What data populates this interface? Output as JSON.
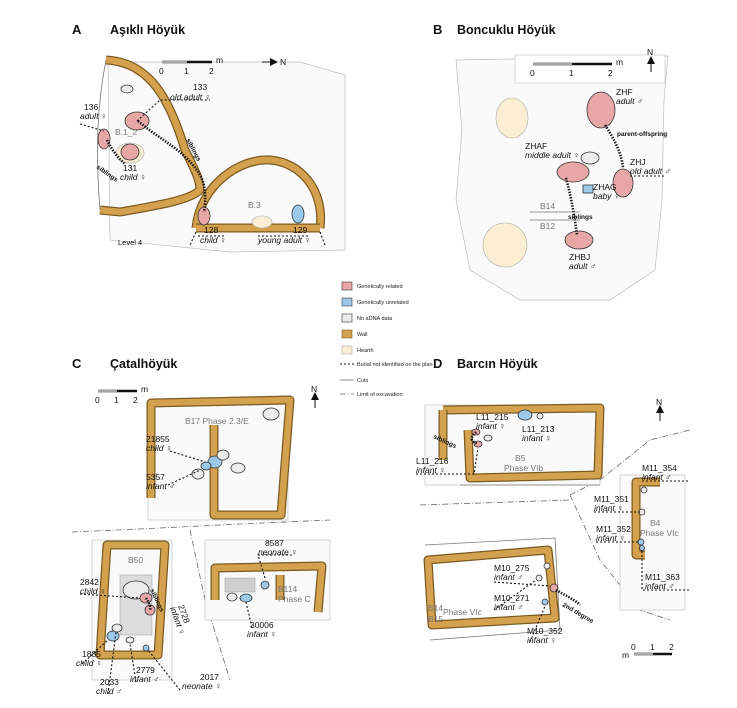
{
  "panels": {
    "a": {
      "letter": "A",
      "title": "Aşıklı Höyük",
      "level": "Level 4",
      "buildings": [
        "B.1_2",
        "B.3"
      ],
      "scale": {
        "ticks": [
          "0",
          "1",
          "2"
        ],
        "unit": "m"
      },
      "north": "N",
      "burials": [
        {
          "id": "133",
          "desc": "old adult ♀"
        },
        {
          "id": "136",
          "desc": "adult ♀"
        },
        {
          "id": "131",
          "desc": "child ♀"
        },
        {
          "id": "128",
          "desc": "child ♀"
        },
        {
          "id": "129",
          "desc": "young adult ♀"
        }
      ],
      "relations": [
        "siblings",
        "siblings"
      ]
    },
    "b": {
      "letter": "B",
      "title": "Boncuklu Höyük",
      "buildings": [
        "B14",
        "B12"
      ],
      "scale": {
        "ticks": [
          "0",
          "1",
          "2"
        ],
        "unit": "m"
      },
      "north": "N",
      "burials": [
        {
          "id": "ZHF",
          "desc": "adult ♂"
        },
        {
          "id": "ZHAF",
          "desc": "middle adult ♀"
        },
        {
          "id": "ZHAG",
          "desc": "baby ♀"
        },
        {
          "id": "ZHJ",
          "desc": "old adult ♂"
        },
        {
          "id": "ZHBJ",
          "desc": "adult ♂"
        }
      ],
      "relations": [
        "parent-offspring",
        "siblings"
      ]
    },
    "c": {
      "letter": "C",
      "title": "Çatalhöyük",
      "buildings": [
        "B17 Phase 2.3/E",
        "B50",
        "B114",
        "Phase C"
      ],
      "scale": {
        "ticks": [
          "0",
          "1",
          "2"
        ],
        "unit": "m"
      },
      "north": "N",
      "burials": [
        {
          "id": "21855",
          "desc": "child ♀"
        },
        {
          "id": "5357",
          "desc": "infant ♂"
        },
        {
          "id": "8587",
          "desc": "neonate ♀"
        },
        {
          "id": "30006",
          "desc": "infant ♀"
        },
        {
          "id": "2842",
          "desc": "child ♀"
        },
        {
          "id": "2728",
          "desc": "infant ♀"
        },
        {
          "id": "1885",
          "desc": "child ♀"
        },
        {
          "id": "2033",
          "desc": "child ♂"
        },
        {
          "id": "2779",
          "desc": "infant ♂"
        },
        {
          "id": "2017",
          "desc": "neonate ♀"
        }
      ],
      "relations": [
        "siblings"
      ]
    },
    "d": {
      "letter": "D",
      "title": "Barcın Höyük",
      "buildings": [
        "B5",
        "Phase VIb",
        "B4",
        "Phase VIc",
        "B14",
        "Phase VIc",
        "B15"
      ],
      "scale": {
        "ticks": [
          "0",
          "1",
          "2"
        ],
        "unit": "m"
      },
      "north": "N",
      "burials": [
        {
          "id": "L11_215",
          "desc": "infant ♀"
        },
        {
          "id": "L11_213",
          "desc": "infant ♀"
        },
        {
          "id": "L11_216",
          "desc": "infant ♀"
        },
        {
          "id": "M11_354",
          "desc": "infant ♂"
        },
        {
          "id": "M11_351",
          "desc": "infant ♀"
        },
        {
          "id": "M11_352",
          "desc": "infant ♀"
        },
        {
          "id": "M11_363",
          "desc": "infant ♂"
        },
        {
          "id": "M10_275",
          "desc": "infant ♂"
        },
        {
          "id": "M10_271",
          "desc": "infant ♂"
        },
        {
          "id": "M10_352",
          "desc": "infant ♀"
        }
      ],
      "relations": [
        "siblings",
        "2nd degree"
      ]
    }
  },
  "legend": {
    "items": [
      {
        "label": "Genetically related",
        "swatch": "#e8a7a7"
      },
      {
        "label": "Genetically unrelated",
        "swatch": "#9cc8ea"
      },
      {
        "label": "No aDNA data",
        "swatch": "#ececec"
      },
      {
        "label": "Wall",
        "swatch": "#d4a24e"
      },
      {
        "label": "Hearth",
        "swatch": "#fbeed2"
      },
      {
        "label": "Burial not identified on the plan",
        "swatch": "dashed"
      },
      {
        "label": "Cuts",
        "swatch": "line"
      },
      {
        "label": "Limit of excavation",
        "swatch": "dashdot"
      }
    ]
  }
}
